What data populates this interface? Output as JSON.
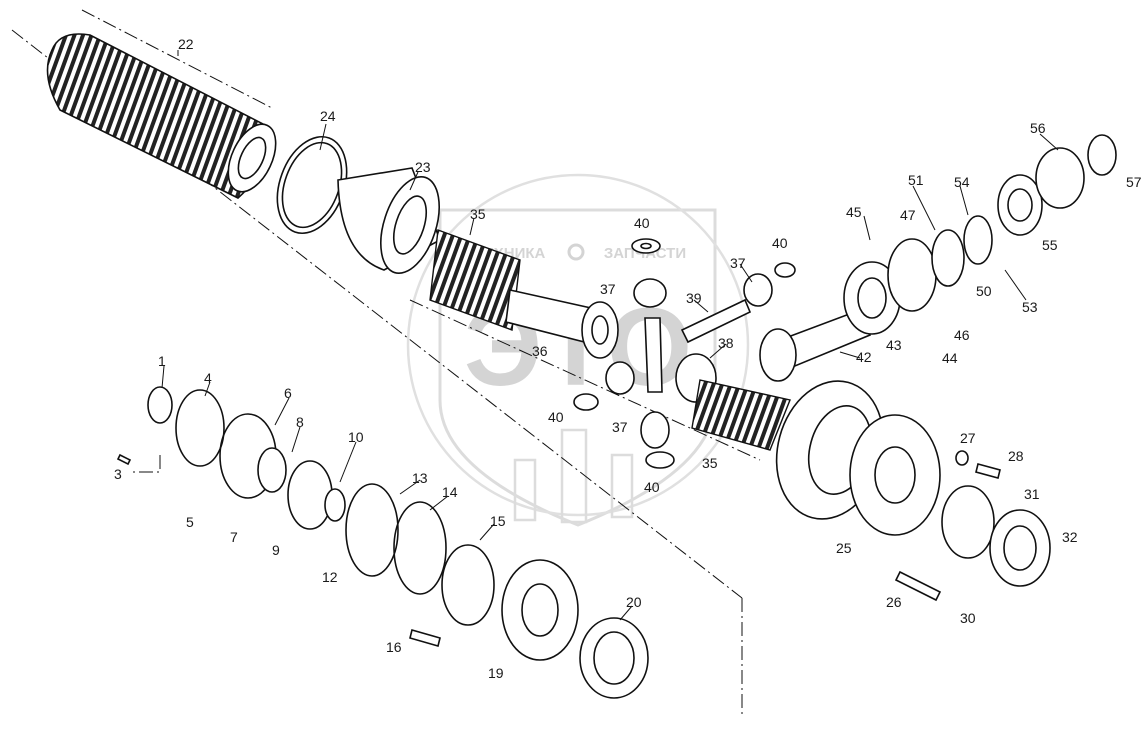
{
  "watermark": {
    "logo_letters": "ЭТО",
    "arc_text_left": "ТЕХНИКА",
    "arc_text_right": "ЗАПЧАСТИ",
    "color": "#d4d4d4"
  },
  "ink_color": "#111111",
  "callouts": [
    {
      "id": "1",
      "text": "1"
    },
    {
      "id": "3",
      "text": "3"
    },
    {
      "id": "4",
      "text": "4"
    },
    {
      "id": "5",
      "text": "5"
    },
    {
      "id": "6",
      "text": "6"
    },
    {
      "id": "7",
      "text": "7"
    },
    {
      "id": "8",
      "text": "8"
    },
    {
      "id": "9",
      "text": "9"
    },
    {
      "id": "10",
      "text": "10"
    },
    {
      "id": "12",
      "text": "12"
    },
    {
      "id": "13",
      "text": "13"
    },
    {
      "id": "14",
      "text": "14"
    },
    {
      "id": "15",
      "text": "15"
    },
    {
      "id": "16",
      "text": "16"
    },
    {
      "id": "19",
      "text": "19"
    },
    {
      "id": "20",
      "text": "20"
    },
    {
      "id": "22",
      "text": "22"
    },
    {
      "id": "23",
      "text": "23"
    },
    {
      "id": "24",
      "text": "24"
    },
    {
      "id": "25",
      "text": "25"
    },
    {
      "id": "26",
      "text": "26"
    },
    {
      "id": "27",
      "text": "27"
    },
    {
      "id": "28",
      "text": "28"
    },
    {
      "id": "30",
      "text": "30"
    },
    {
      "id": "31",
      "text": "31"
    },
    {
      "id": "32",
      "text": "32"
    },
    {
      "id": "35a",
      "text": "35"
    },
    {
      "id": "35b",
      "text": "35"
    },
    {
      "id": "36",
      "text": "36"
    },
    {
      "id": "37a",
      "text": "37"
    },
    {
      "id": "37b",
      "text": "37"
    },
    {
      "id": "37c",
      "text": "37"
    },
    {
      "id": "38",
      "text": "38"
    },
    {
      "id": "39",
      "text": "39"
    },
    {
      "id": "40a",
      "text": "40"
    },
    {
      "id": "40b",
      "text": "40"
    },
    {
      "id": "40c",
      "text": "40"
    },
    {
      "id": "40d",
      "text": "40"
    },
    {
      "id": "42",
      "text": "42"
    },
    {
      "id": "43",
      "text": "43"
    },
    {
      "id": "44",
      "text": "44"
    },
    {
      "id": "45",
      "text": "45"
    },
    {
      "id": "46",
      "text": "46"
    },
    {
      "id": "47",
      "text": "47"
    },
    {
      "id": "50",
      "text": "50"
    },
    {
      "id": "51",
      "text": "51"
    },
    {
      "id": "53",
      "text": "53"
    },
    {
      "id": "54",
      "text": "54"
    },
    {
      "id": "55",
      "text": "55"
    },
    {
      "id": "56",
      "text": "56"
    },
    {
      "id": "57",
      "text": "57"
    }
  ]
}
